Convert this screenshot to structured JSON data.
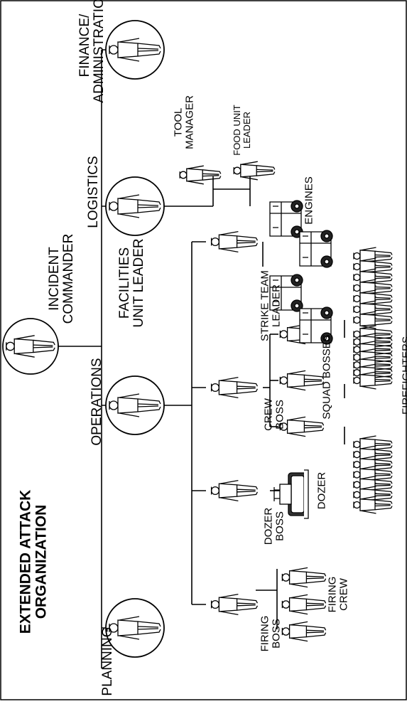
{
  "title": [
    "EXTENDED ATTACK",
    "ORGANIZATION"
  ],
  "roles": {
    "incident_commander": [
      "INCIDENT",
      "COMMANDER"
    ],
    "planning": [
      "PLANNING"
    ],
    "operations": [
      "OPERATIONS"
    ],
    "logistics": [
      "LOGISTICS"
    ],
    "finance_admin": [
      "FINANCE/",
      "ADMINISTRATION"
    ],
    "tool_manager": [
      "TOOL",
      "MANAGER"
    ],
    "food_unit_leader": [
      "FOOD UNIT",
      "LEADER"
    ],
    "facilities_unit_leader": [
      "FACILITIES",
      "UNIT LEADER"
    ],
    "engines": [
      "ENGINES"
    ],
    "strike_team_leader": [
      "STRIKE TEAM",
      "LEADER"
    ],
    "crew_boss": [
      "CREW",
      "BOSS"
    ],
    "squad_bosses": [
      "SQUAD BOSSES"
    ],
    "firefighters": [
      "FIREFIGHTERS"
    ],
    "dozer": [
      "DOZER"
    ],
    "dozer_boss": [
      "DOZER",
      "BOSS"
    ],
    "firing_boss": [
      "FIRING",
      "BOSS"
    ],
    "firing_crew": [
      "FIRING",
      "CREW"
    ]
  }
}
